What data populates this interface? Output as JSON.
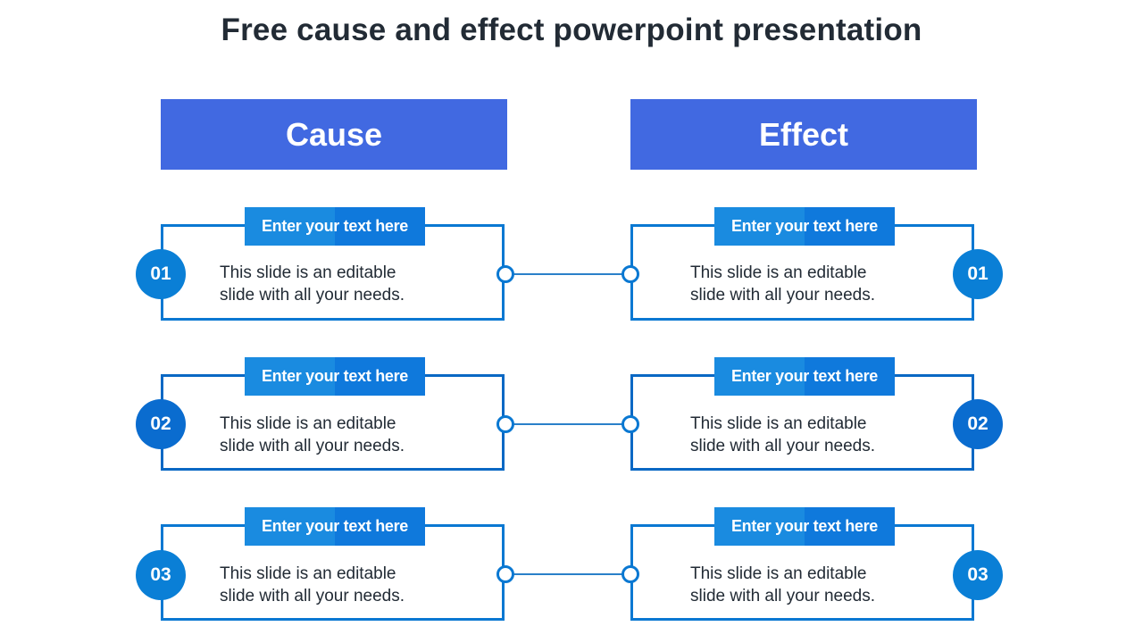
{
  "title": "Free cause and effect powerpoint presentation",
  "headers": {
    "cause": "Cause",
    "effect": "Effect"
  },
  "cause": [
    {
      "num": "01",
      "tag": "Enter your text here",
      "line1": "This slide is an editable",
      "line2": "slide with all your needs."
    },
    {
      "num": "02",
      "tag": "Enter your text here",
      "line1": "This slide is an editable",
      "line2": "slide with all your needs."
    },
    {
      "num": "03",
      "tag": "Enter your text here",
      "line1": "This slide is an editable",
      "line2": "slide with all your needs."
    }
  ],
  "effect": [
    {
      "num": "01",
      "tag": "Enter your text here",
      "line1": "This slide is an editable",
      "line2": "slide with all your needs."
    },
    {
      "num": "02",
      "tag": "Enter your text here",
      "line1": "This slide is an editable",
      "line2": "slide with all your needs."
    },
    {
      "num": "03",
      "tag": "Enter your text here",
      "line1": "This slide is an editable",
      "line2": "slide with all your needs."
    }
  ],
  "colors": {
    "header": "#4169e1",
    "accent": "#0a78d2",
    "text": "#222b35"
  }
}
